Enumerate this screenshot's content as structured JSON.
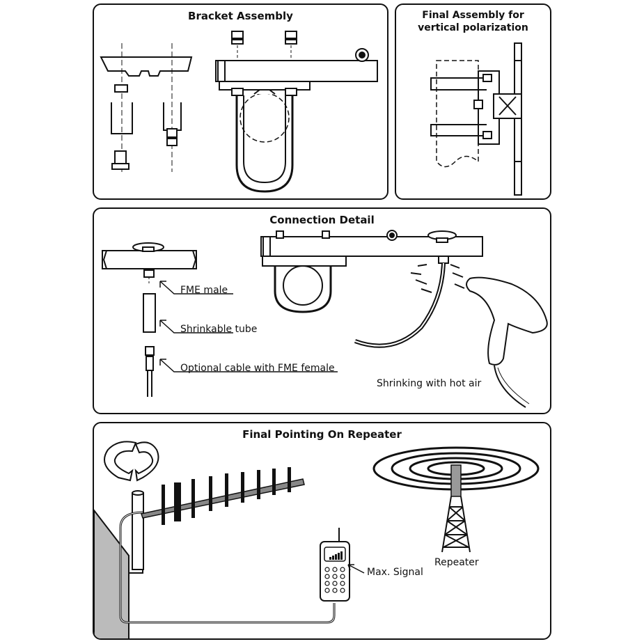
{
  "panels": {
    "bracket": {
      "title": "Bracket Assembly"
    },
    "final_assembly": {
      "title_line1": "Final Assembly for",
      "title_line2": "vertical polarization"
    },
    "connection": {
      "title": "Connection Detail",
      "labels": {
        "fme_male": "FME male",
        "shrink_tube": "Shrinkable tube",
        "optional_cable": "Optional cable with FME female",
        "hot_air": "Shrinking with hot air"
      }
    },
    "pointing": {
      "title": "Final Pointing On Repeater",
      "labels": {
        "max_signal": "Max. Signal",
        "repeater": "Repeater"
      }
    }
  },
  "colors": {
    "line": "#111111",
    "fill_gray": "#bbbbbb",
    "dark": "#222222"
  }
}
